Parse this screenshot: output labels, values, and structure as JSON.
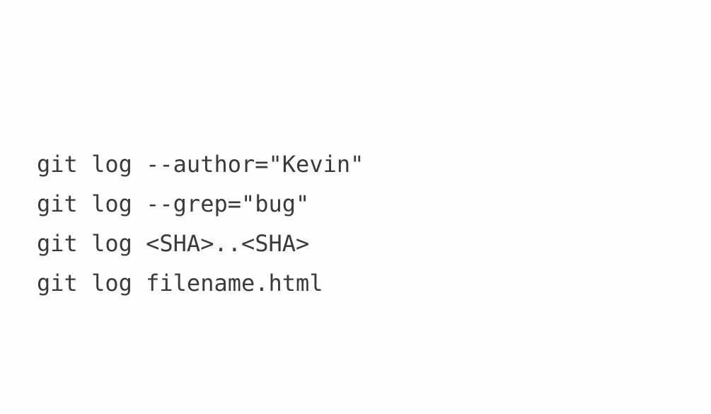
{
  "commands": [
    "git log --author=\"Kevin\"",
    "git log --grep=\"bug\"",
    "git log <SHA>..<SHA>",
    "git log filename.html"
  ],
  "colors": {
    "background": "#fdfdfd",
    "text": "#3a3a3a"
  }
}
